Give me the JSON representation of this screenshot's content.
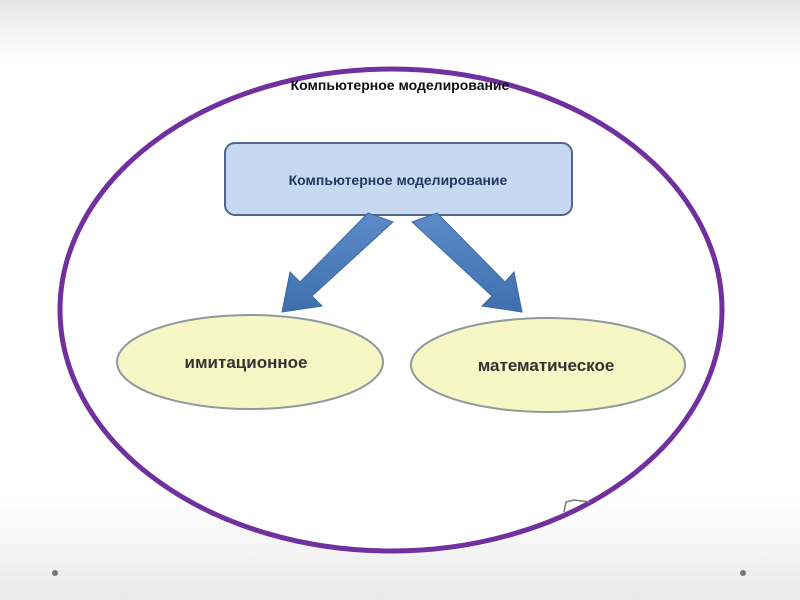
{
  "slide": {
    "title": "Компьютерное моделирование",
    "root_box": "Компьютерное моделирование",
    "branches": [
      "имитационное",
      "математическое"
    ]
  },
  "colors": {
    "frame": "#7030a0",
    "box_fill": "#c6d9f1",
    "arrow": "#4f81bd",
    "ellipse_fill": "#f7f7c6"
  }
}
